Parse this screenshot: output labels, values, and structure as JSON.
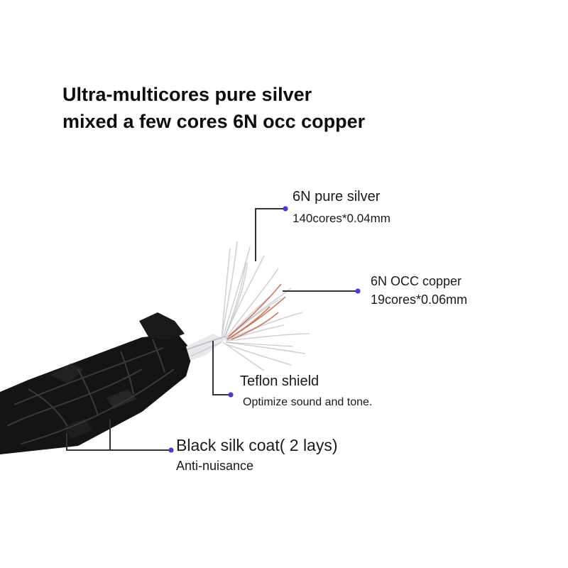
{
  "headline": {
    "line1": "Ultra-multicores pure silver",
    "line2": "mixed a few cores 6N occ copper"
  },
  "callouts": {
    "silver": {
      "title": "6N pure silver",
      "spec": "140cores*0.04mm"
    },
    "copper": {
      "title": "6N OCC copper",
      "spec": "19cores*0.06mm"
    },
    "teflon": {
      "title": "Teflon shield",
      "spec": "Optimize sound and tone."
    },
    "silk": {
      "title": "Black silk coat( 2 lays)",
      "spec": "Anti-nuisance"
    }
  },
  "colors": {
    "background": "#ffffff",
    "leader_line": "#333333",
    "leader_dot": "#4a3ad6",
    "silk_coat": "#141414",
    "silver_strands": "#d9d9de",
    "copper_strands": "#c9603e"
  }
}
